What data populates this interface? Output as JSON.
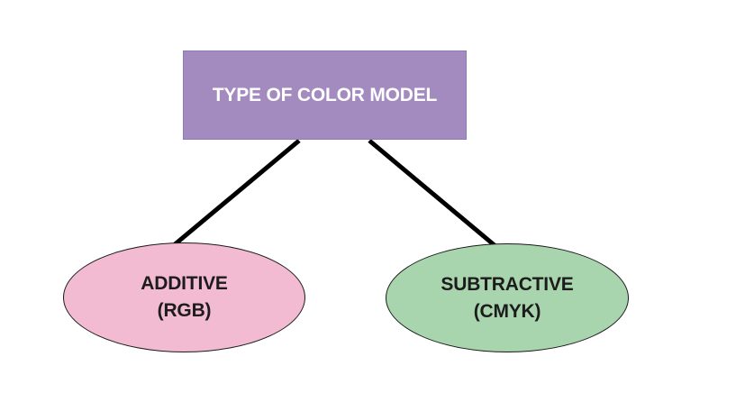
{
  "diagram": {
    "root": {
      "label": "TYPE OF COLOR MODEL",
      "fill": "#a38abf"
    },
    "children": [
      {
        "title": "ADDITIVE",
        "subtitle": "(RGB)",
        "fill": "#f2bbd1"
      },
      {
        "title": "SUBTRACTIVE",
        "subtitle": "(CMYK)",
        "fill": "#a8d5ad"
      }
    ],
    "connector_color": "#000000"
  }
}
